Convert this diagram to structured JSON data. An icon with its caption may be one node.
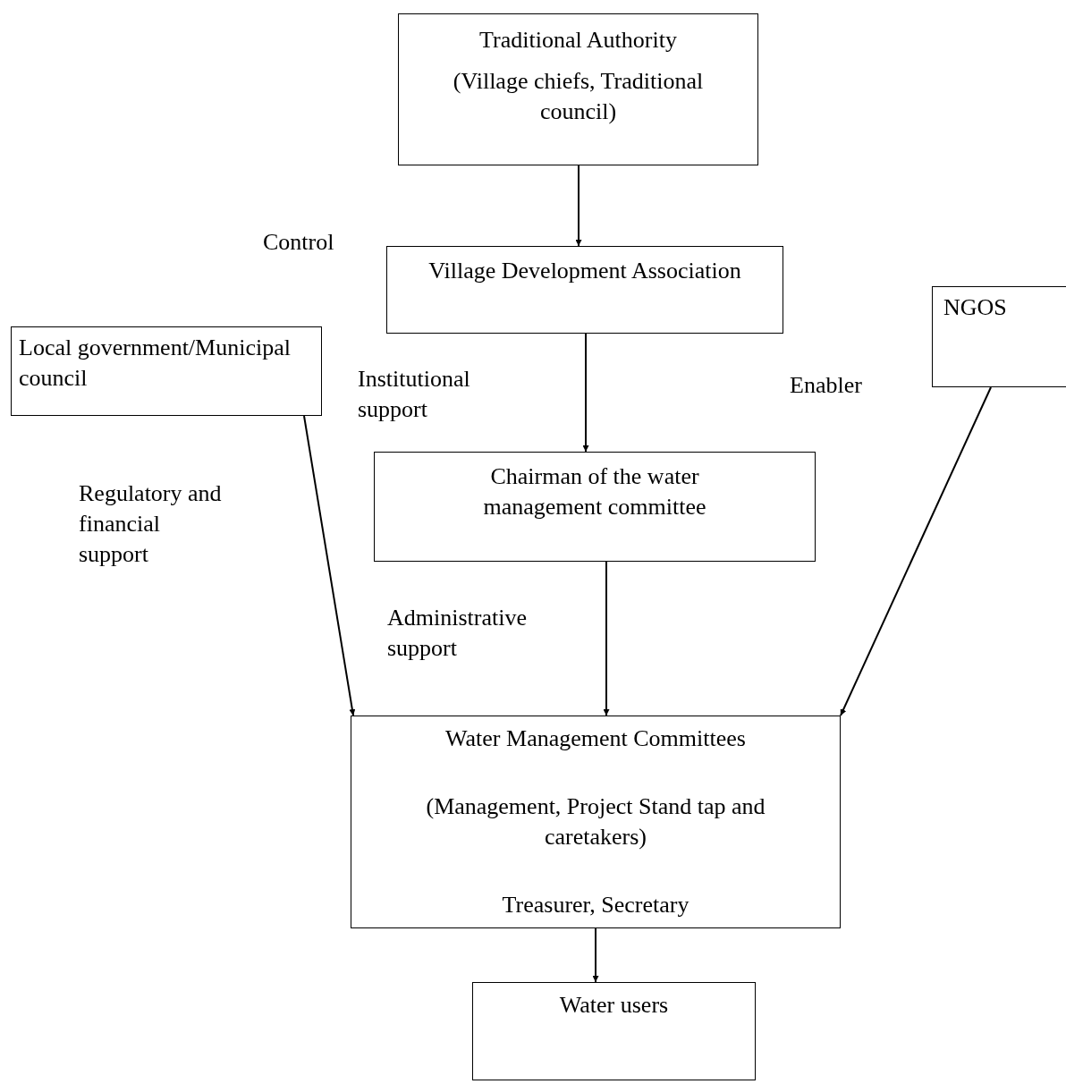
{
  "diagram": {
    "nodes": [
      {
        "text": [
          "Traditional Authority",
          "(Village chiefs, Traditional council)"
        ]
      },
      {
        "text": [
          "Village Development Association"
        ]
      },
      {
        "text": [
          "Local government/Municipal council"
        ]
      },
      {
        "text": [
          "NGOS"
        ]
      },
      {
        "text": [
          "Chairman of the water management committee"
        ]
      },
      {
        "text": [
          "Water Management Committees",
          "(Management, Project Stand tap and caretakers)",
          "Treasurer, Secretary"
        ]
      },
      {
        "text": [
          "Water users"
        ]
      }
    ],
    "edges": [
      {
        "from": 0,
        "to": 1,
        "arrow": "to"
      },
      {
        "from": 1,
        "to": 4,
        "arrow": "to"
      },
      {
        "from": 4,
        "to": 5,
        "arrow": "to"
      },
      {
        "from": 2,
        "to": 5,
        "arrow": "to"
      },
      {
        "from": 3,
        "to": 5,
        "arrow": "to"
      },
      {
        "from": 5,
        "to": 6,
        "arrow": "to"
      }
    ],
    "labels": [
      "Control",
      "Institutional support",
      "Enabler",
      "Regulatory and financial support",
      "Administrative support"
    ]
  }
}
